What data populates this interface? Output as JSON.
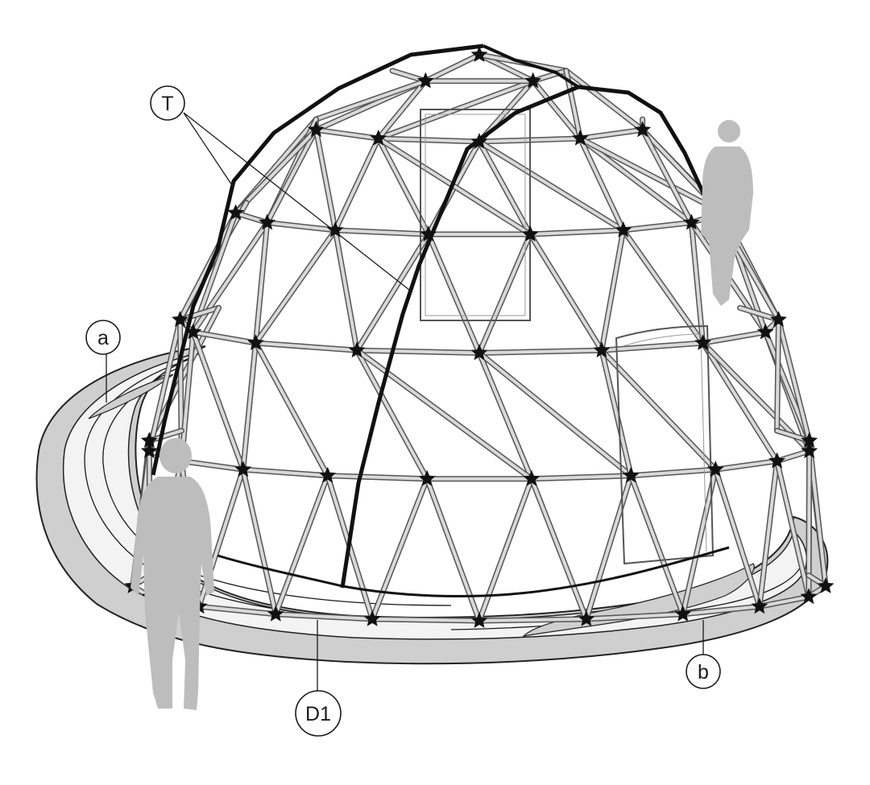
{
  "callouts": {
    "T": "T",
    "a": "a",
    "b": "b",
    "D1": "D1"
  },
  "colors": {
    "frame_strut": "#d9d9d9",
    "strut_outline": "#555555",
    "hub": "#111111",
    "tension_cable": "#111111",
    "path_outer": "#cfcfcf",
    "path_inner": "#f2f2f2",
    "path_line": "#222222",
    "person": "#bdbdbd",
    "background": "#ffffff"
  },
  "icons": {
    "person_front": "person-silhouette-icon",
    "person_inside": "person-silhouette-icon"
  }
}
